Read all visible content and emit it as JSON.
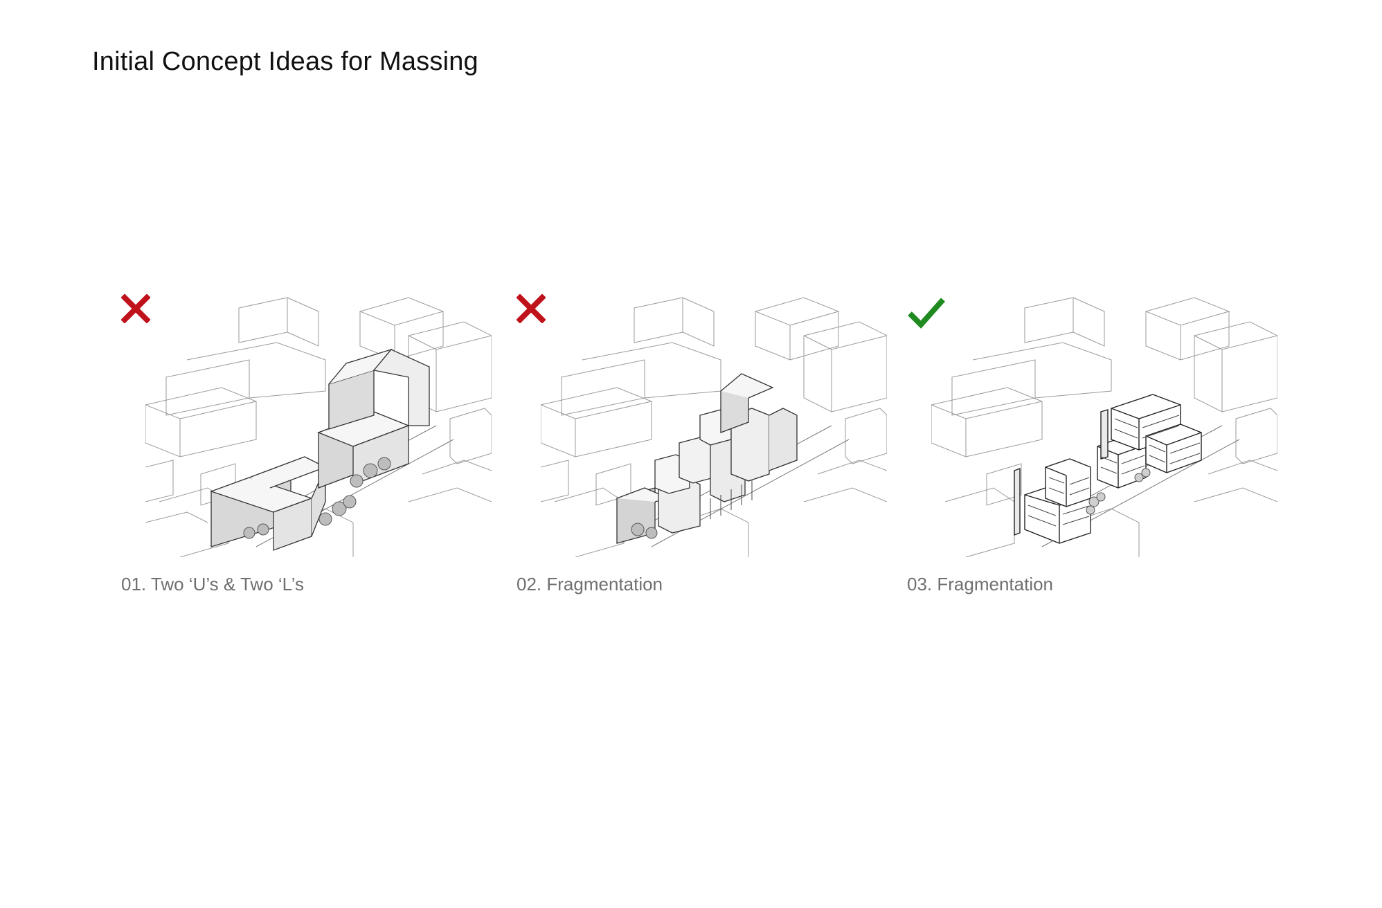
{
  "title": "Initial Concept Ideas for Massing",
  "colors": {
    "reject": "#c0121b",
    "accept": "#1f8a1f",
    "caption": "#6f6f6f",
    "line": "#777777"
  },
  "options": [
    {
      "status": "rejected",
      "status_icon": "cross-icon",
      "caption": "01. Two ‘U’s & Two ‘L’s"
    },
    {
      "status": "rejected",
      "status_icon": "cross-icon",
      "caption": "02. Fragmentation"
    },
    {
      "status": "selected",
      "status_icon": "check-icon",
      "caption": "03. Fragmentation"
    }
  ]
}
